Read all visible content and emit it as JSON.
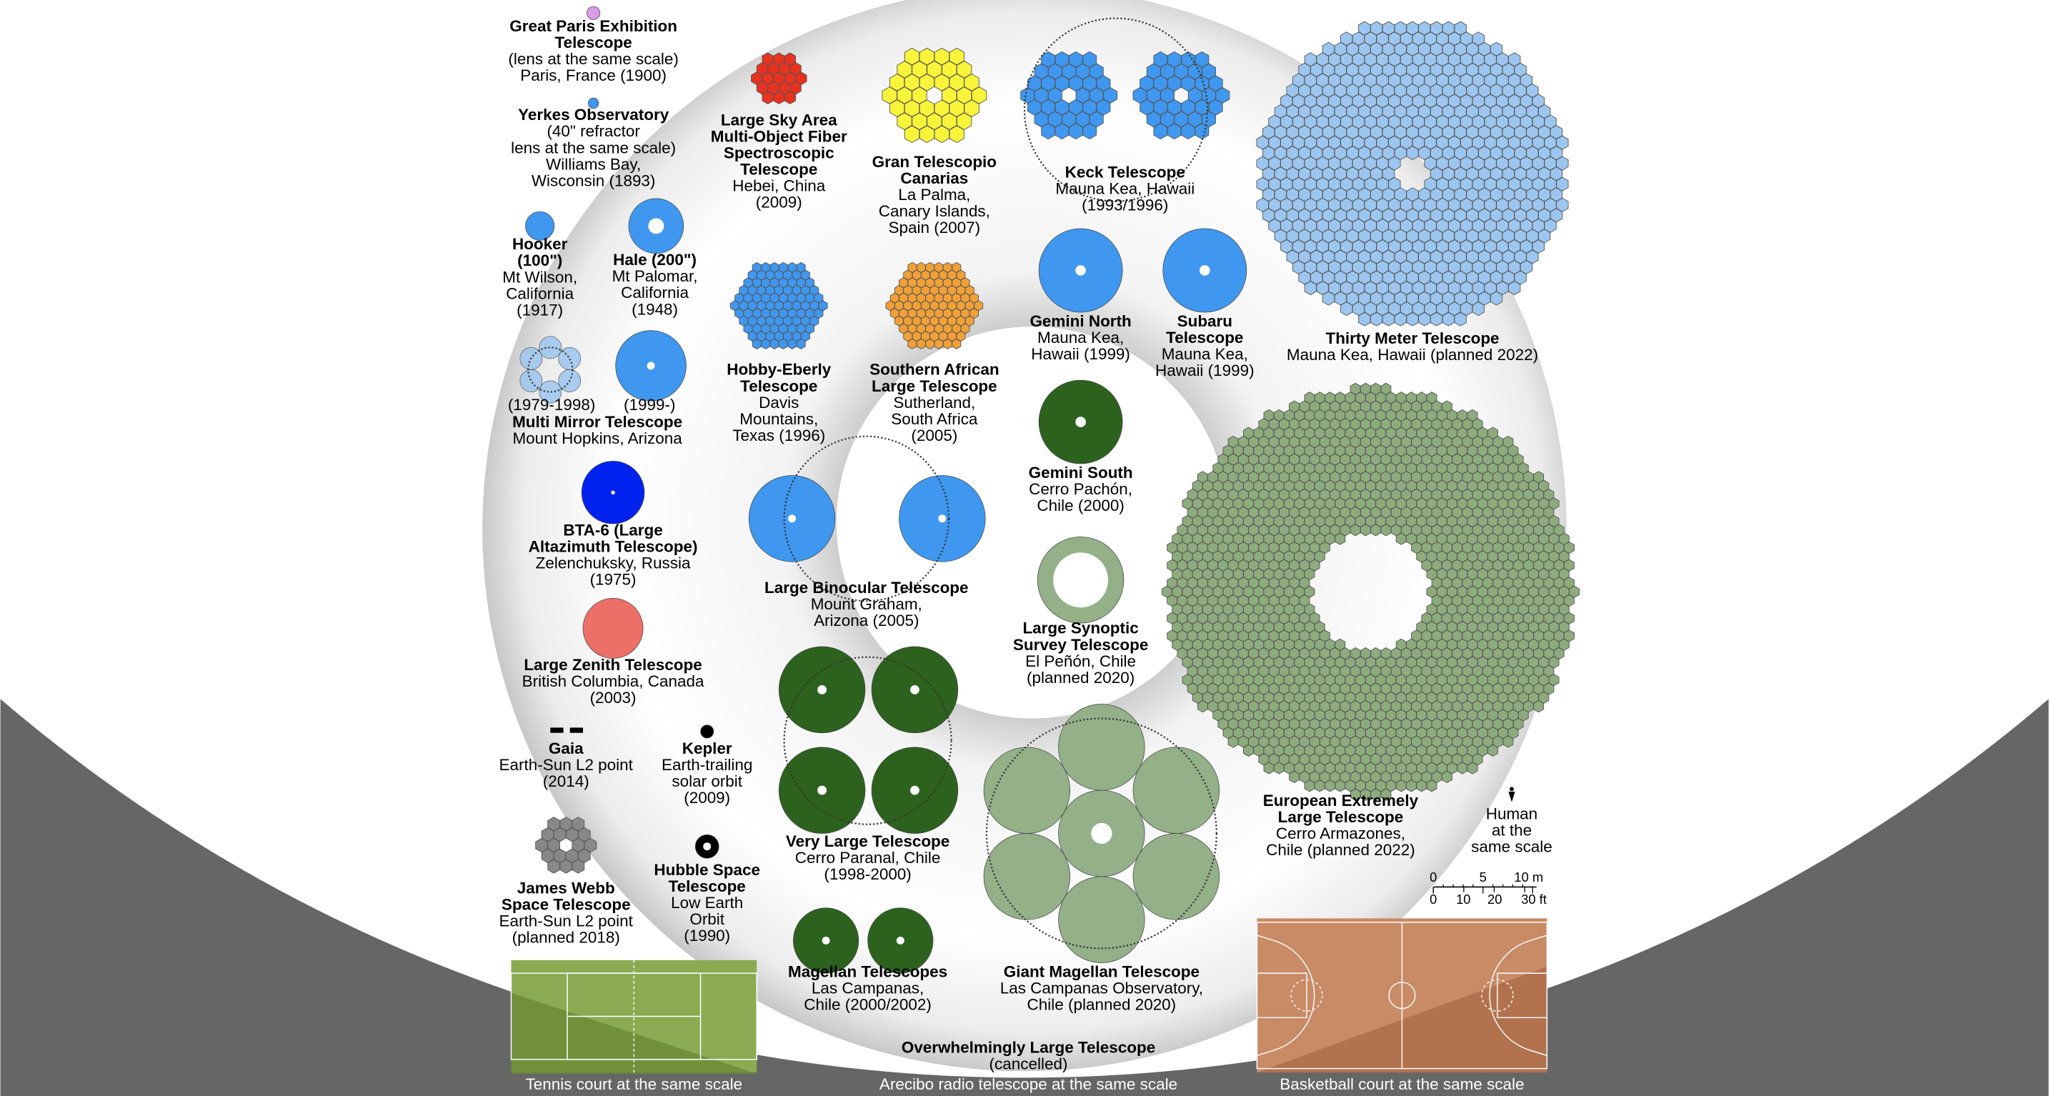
{
  "title": "Comparison of optical telescope primary mirrors",
  "colors": {
    "background_ground": "#666666",
    "ring": "#e6e6e6"
  },
  "telescopes": [
    {
      "title": [
        "Great Paris Exhibition",
        "Telescope"
      ],
      "details": [
        "(lens at the same scale)",
        "Paris, France (1900)"
      ],
      "color": "#d89be8"
    },
    {
      "title": [
        "Yerkes Observatory"
      ],
      "details": [
        "(40\" refractor",
        "lens at the same scale)",
        "Williams Bay,",
        "Wisconsin (1893)"
      ],
      "color": "#3f97ef"
    },
    {
      "title": [
        "Hooker",
        "(100\")"
      ],
      "details": [
        "Mt Wilson,",
        "California",
        "(1917)"
      ],
      "color": "#3f97ef"
    },
    {
      "title": [
        "Hale (200\")"
      ],
      "details": [
        "Mt Palomar,",
        "California",
        "(1948)"
      ],
      "color": "#3f97ef"
    },
    {
      "title": [
        "Multi Mirror Telescope"
      ],
      "details": [
        "Mount Hopkins, Arizona"
      ],
      "years": [
        "(1979-1998)",
        "(1999-)"
      ],
      "color": "#3f97ef"
    },
    {
      "title": [
        "BTA-6 (Large",
        "Altazimuth Telescope)"
      ],
      "details": [
        "Zelenchuksky, Russia",
        "(1975)"
      ],
      "color": "#0022ee"
    },
    {
      "title": [
        "Large Zenith Telescope"
      ],
      "details": [
        "British Columbia, Canada",
        "(2003)"
      ],
      "color": "#ec7068"
    },
    {
      "title": [
        "Gaia"
      ],
      "details": [
        "Earth-Sun L2 point",
        "(2014)"
      ],
      "color": "#000000"
    },
    {
      "title": [
        "Kepler"
      ],
      "details": [
        "Earth-trailing",
        "solar orbit",
        "(2009)"
      ],
      "color": "#000000"
    },
    {
      "title": [
        "James Webb",
        "Space Telescope"
      ],
      "details": [
        "Earth-Sun L2 point",
        "(planned 2018)"
      ],
      "color": "#888888"
    },
    {
      "title": [
        "Hubble Space",
        "Telescope"
      ],
      "details": [
        "Low Earth",
        "Orbit",
        "(1990)"
      ],
      "color": "#000000"
    },
    {
      "title": [
        "Large Sky Area",
        "Multi-Object Fiber",
        "Spectroscopic",
        "Telescope"
      ],
      "details": [
        "Hebei, China",
        "(2009)"
      ],
      "color": "#e8321f"
    },
    {
      "title": [
        "Gran Telescopio",
        "Canarias"
      ],
      "details": [
        "La Palma,",
        "Canary Islands,",
        "Spain (2007)"
      ],
      "color": "#f8f43a"
    },
    {
      "title": [
        "Keck Telescope"
      ],
      "details": [
        "Mauna Kea, Hawaii",
        "(1993/1996)"
      ],
      "color": "#3f97ef"
    },
    {
      "title": [
        "Thirty Meter Telescope"
      ],
      "details": [
        "Mauna Kea, Hawaii (planned 2022)"
      ],
      "color": "#9cc6ef"
    },
    {
      "title": [
        "Hobby-Eberly",
        "Telescope"
      ],
      "details": [
        "Davis",
        "Mountains,",
        "Texas (1996)"
      ],
      "color": "#3f97ef"
    },
    {
      "title": [
        "Southern African",
        "Large Telescope"
      ],
      "details": [
        "Sutherland,",
        "South Africa",
        "(2005)"
      ],
      "color": "#f0a037"
    },
    {
      "title": [
        "Gemini North"
      ],
      "details": [
        "Mauna Kea,",
        "Hawaii (1999)"
      ],
      "color": "#3f97ef"
    },
    {
      "title": [
        "Subaru",
        "Telescope"
      ],
      "details": [
        "Mauna Kea,",
        "Hawaii (1999)"
      ],
      "color": "#3f97ef"
    },
    {
      "title": [
        "Gemini South"
      ],
      "details": [
        "Cerro Pachón,",
        "Chile (2000)"
      ],
      "color": "#2c621d"
    },
    {
      "title": [
        "Large Binocular Telescope"
      ],
      "details": [
        "Mount Graham,",
        "Arizona (2005)"
      ],
      "color": "#3f97ef"
    },
    {
      "title": [
        "Large Synoptic",
        "Survey Telescope"
      ],
      "details": [
        "El Peñón, Chile",
        "(planned 2020)"
      ],
      "color": "#93b088"
    },
    {
      "title": [
        "Very Large Telescope"
      ],
      "details": [
        "Cerro Paranal, Chile",
        "(1998-2000)"
      ],
      "color": "#2c621d"
    },
    {
      "title": [
        "Magellan Telescopes"
      ],
      "details": [
        "Las Campanas,",
        "Chile (2000/2002)"
      ],
      "color": "#2c621d"
    },
    {
      "title": [
        "Giant Magellan Telescope"
      ],
      "details": [
        "Las Campanas Observatory,",
        "Chile (planned 2020)"
      ],
      "color": "#93b088"
    },
    {
      "title": [
        "European Extremely",
        "Large Telescope"
      ],
      "details": [
        "Cerro Armazones,",
        "Chile (planned 2022)"
      ],
      "color": "#8dab7d"
    },
    {
      "title": [
        "Overwhelmingly Large Telescope"
      ],
      "details": [
        "(cancelled)"
      ],
      "color": "#e6e6e6"
    }
  ],
  "human": {
    "lines": [
      "Human",
      "at the",
      "same scale"
    ]
  },
  "scale_bar": {
    "meters": [
      "0",
      "5",
      "10 m"
    ],
    "feet": [
      "0",
      "10",
      "20",
      "30 ft"
    ]
  },
  "captions": {
    "tennis": "Tennis court at the same scale",
    "arecibo": "Arecibo radio telescope at the same scale",
    "basketball": "Basketball court at the same scale"
  }
}
